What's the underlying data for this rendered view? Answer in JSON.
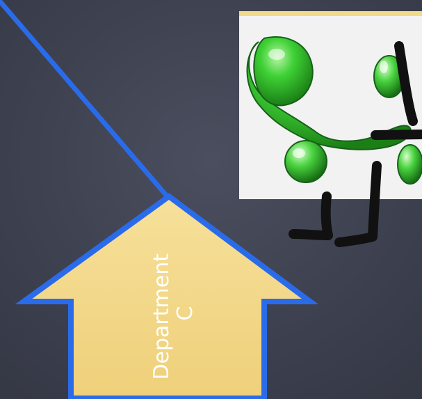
{
  "slide": {
    "background_color": "#3d4150",
    "background_color_light": "#4a4e5e"
  },
  "connector": {
    "color": "#2a6bea",
    "semantic": "diagonal-connector-line"
  },
  "department_arrow": {
    "label_line1": "Department",
    "label_line2": "C",
    "fill_color": "#f3d98a",
    "outline_color": "#2a6bea",
    "direction": "up"
  },
  "logo": {
    "icon": "green-swoosh-logo",
    "background_color": "#f2f2f2",
    "top_border_color": "#f3d98a",
    "accent_color": "#2fbf2a"
  },
  "handwriting": {
    "color": "#111111",
    "semantic": "hand-drawn-legs-and-arm"
  }
}
